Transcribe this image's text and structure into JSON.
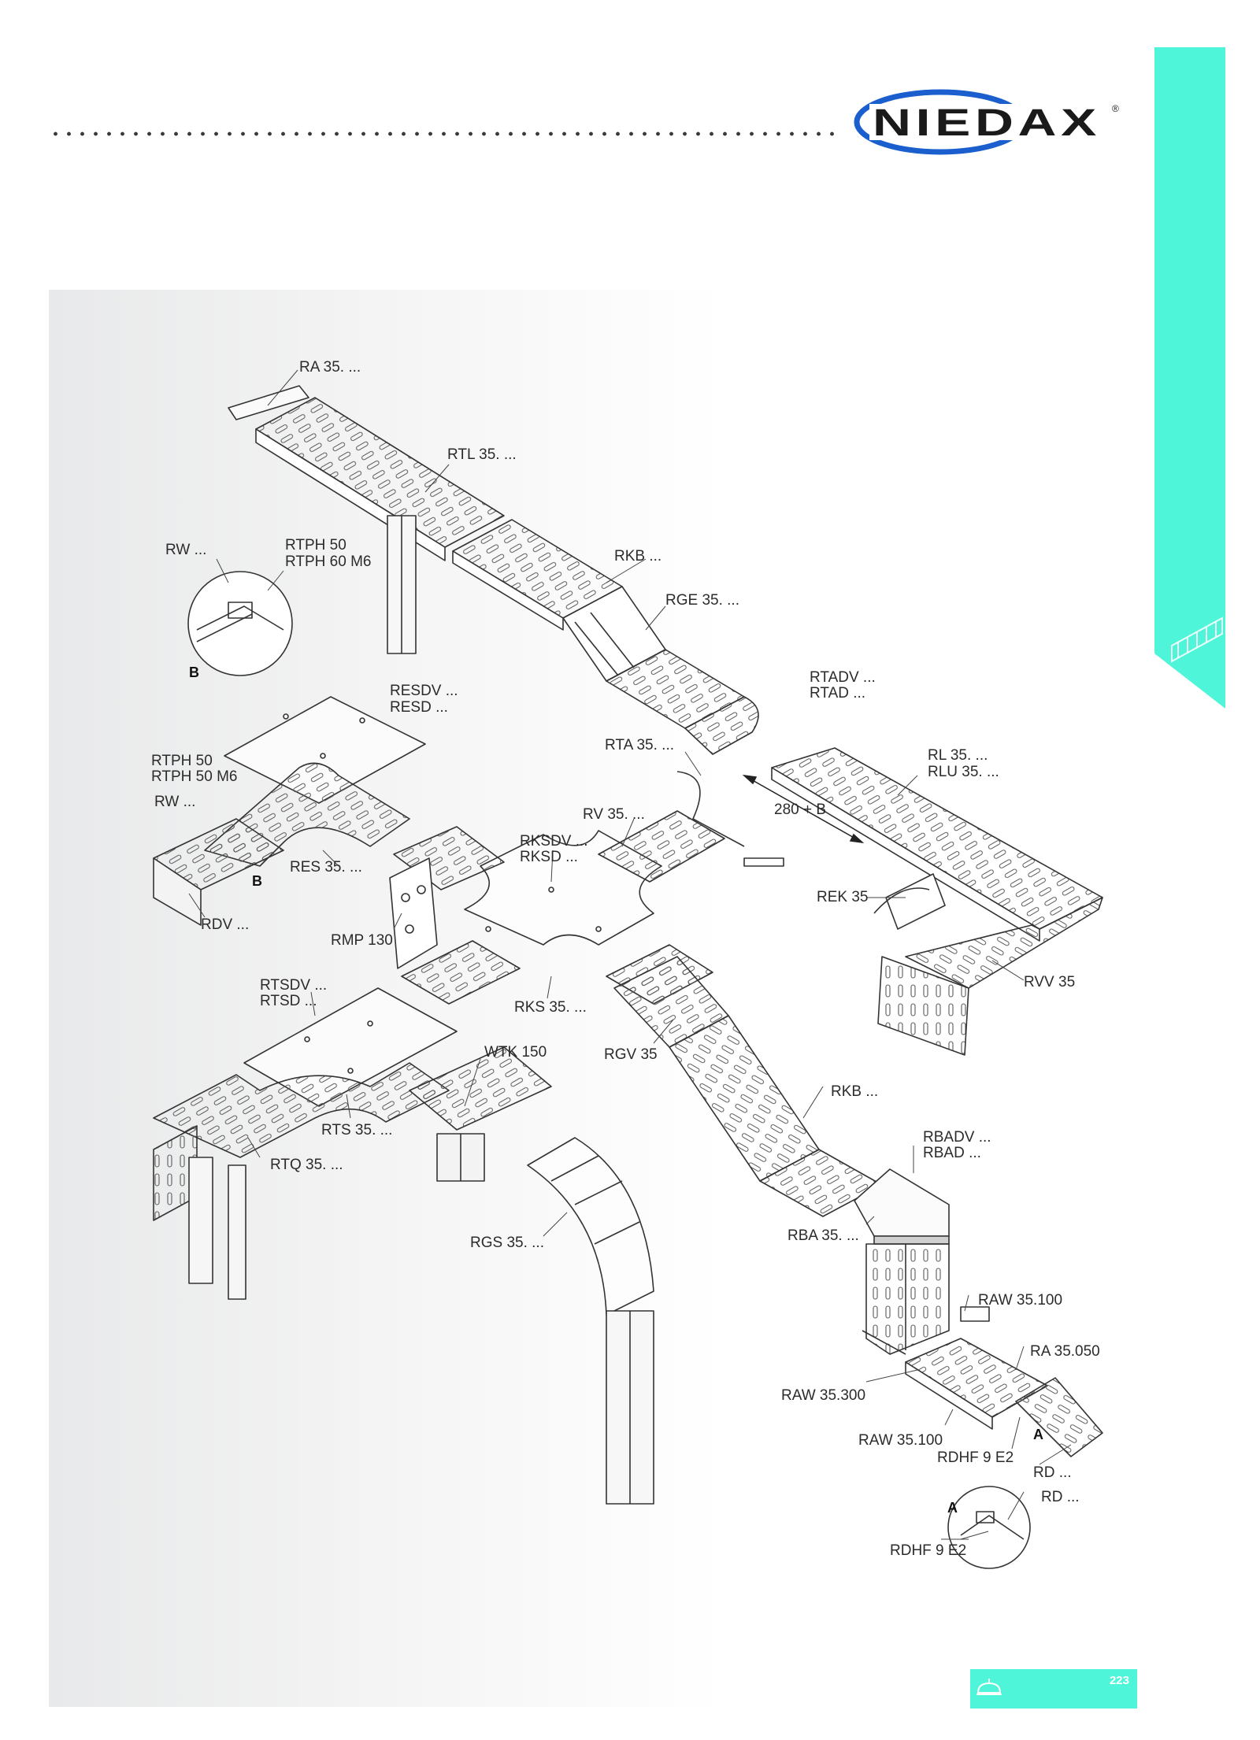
{
  "brand": {
    "name": "NIEDAX",
    "registered": "®",
    "color": "#1b5fcf"
  },
  "accent_color": "#4ff5d9",
  "page_number": "223",
  "labels": {
    "ra": "RA 35. ...",
    "rtl": "RTL 35. ...",
    "rw1": "RW ...",
    "rtph50a": "RTPH 50",
    "rtph60": "RTPH 60 M6",
    "rkb1": "RKB ...",
    "rge": "RGE 35. ...",
    "b1": "B",
    "resdv": "RESDV ...",
    "resd": "RESD ...",
    "rtadv": "RTADV ...",
    "rtad": "RTAD ...",
    "rtph50b": "RTPH 50",
    "rtph50m6": "RTPH 50 M6",
    "rta": "RTA 35. ...",
    "rl": "RL 35. ...",
    "rlu": "RLU 35. ...",
    "rw2": "RW ...",
    "rv": "RV 35. ...",
    "dim": "280 + B",
    "rksdv": "RKSDV ...",
    "rksd": "RKSD ...",
    "res": "RES 35. ...",
    "b2": "B",
    "rek": "REK 35",
    "rdv": "RDV ...",
    "rmp": "RMP 130",
    "rvv": "RVV 35",
    "rtsdv": "RTSDV ...",
    "rtsd": "RTSD ...",
    "rks": "RKS 35. ...",
    "wtk": "WTK 150",
    "rgv": "RGV 35",
    "rkb2": "RKB ...",
    "rts": "RTS 35. ...",
    "rbadv": "RBADV ...",
    "rbad": "RBAD ...",
    "rtq": "RTQ 35. ...",
    "rba": "RBA 35. ...",
    "rgs": "RGS 35. ...",
    "raw100a": "RAW 35.100",
    "ra050": "RA 35.050",
    "raw300": "RAW 35.300",
    "a1": "A",
    "raw100b": "RAW 35.100",
    "rdhf1": "RDHF 9 E2",
    "rd1": "RD ...",
    "rd2": "RD ...",
    "a2": "A",
    "rdhf2": "RDHF 9 E2"
  }
}
